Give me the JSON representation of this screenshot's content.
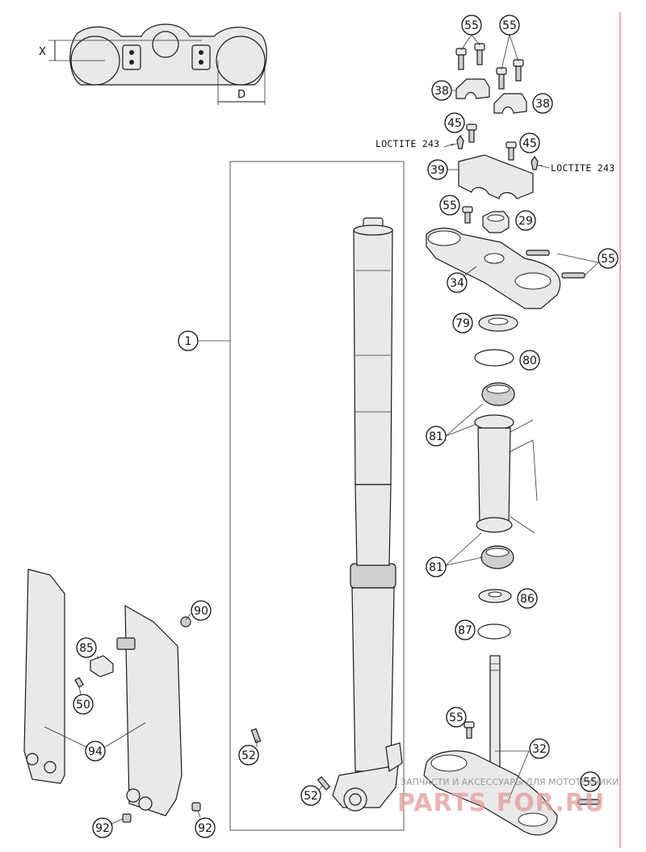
{
  "dimensions": {
    "x_label": "X",
    "d_label": "D"
  },
  "notes": {
    "loctite_left": "LOCTITE 243",
    "loctite_right": "LOCTITE 243"
  },
  "callouts": {
    "c1": "1",
    "c55a": "55",
    "c55b": "55",
    "c55c": "55",
    "c55d": "55",
    "c55e": "55",
    "c55f": "55",
    "c38a": "38",
    "c38b": "38",
    "c45a": "45",
    "c45b": "45",
    "c39": "39",
    "c29": "29",
    "c34": "34",
    "c79": "79",
    "c80": "80",
    "c81a": "81",
    "c81b": "81",
    "c86": "86",
    "c87": "87",
    "c32": "32",
    "c90": "90",
    "c85": "85",
    "c50": "50",
    "c94": "94",
    "c52a": "52",
    "c52b": "52",
    "c92a": "92",
    "c92b": "92"
  },
  "watermark": {
    "caption": "ЗАПЧАСТИ И АКСЕССУАРЫ ДЛЯ МОТОТЕХНИКИ",
    "brand": "PARTS FOR.RU"
  },
  "colors": {
    "watermark_red": "#e59a9a",
    "margin_line": "#e05050"
  }
}
